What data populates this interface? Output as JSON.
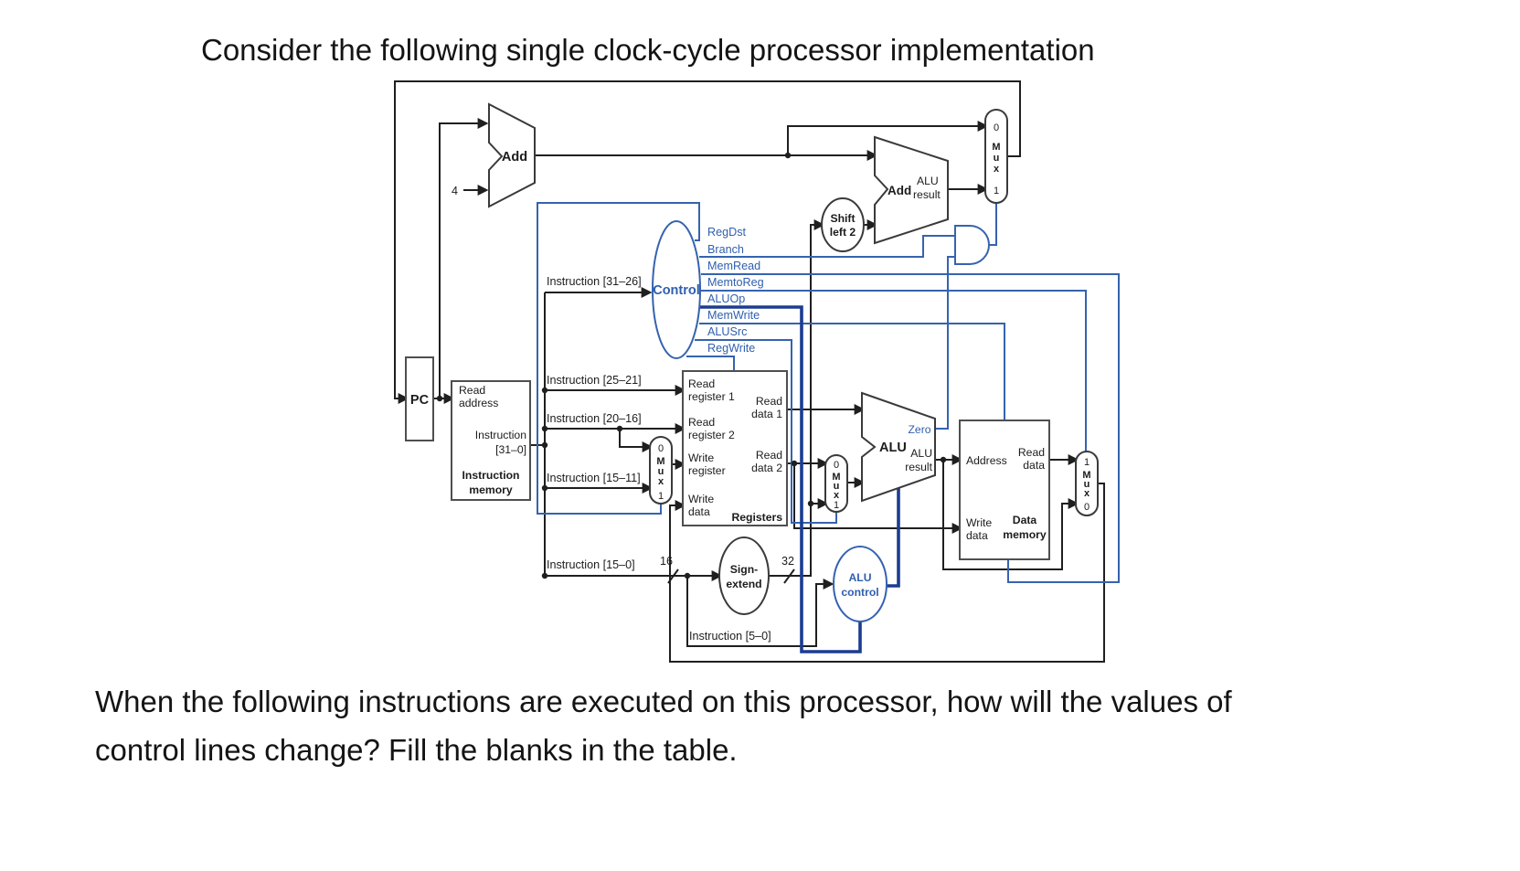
{
  "title": "Consider the following single clock-cycle processor implementation",
  "question": {
    "line1": "When the following instructions are executed on this processor, how will the values of",
    "line2": "control lines change? Fill the blanks in the table."
  },
  "colors": {
    "wire_black": "#1f1f1f",
    "control_blue": "#2f5fae",
    "control_blue_dark": "#1b3d91",
    "box_stroke": "#4f4f4f"
  },
  "diagram": {
    "pc_label": "PC",
    "pc_adder": {
      "name": "Add",
      "increment": "4"
    },
    "branch_adder": {
      "name": "Add",
      "result1": "ALU",
      "result2": "result"
    },
    "shift": {
      "l1": "Shift",
      "l2": "left 2"
    },
    "control": {
      "name": "Control",
      "signals": [
        "RegDst",
        "Branch",
        "MemRead",
        "MemtoReg",
        "ALUOp",
        "MemWrite",
        "ALUSrc",
        "RegWrite"
      ]
    },
    "instruction_memory": {
      "read": "Read",
      "address": "address",
      "instr": "Instruction",
      "range": "[31–0]",
      "name1": "Instruction",
      "name2": "memory"
    },
    "registers": {
      "rr1a": "Read",
      "rr1b": "register 1",
      "rr2a": "Read",
      "rr2b": "register 2",
      "wra": "Write",
      "wrb": "register",
      "wda": "Write",
      "wdb": "data",
      "rd1a": "Read",
      "rd1b": "data 1",
      "rd2a": "Read",
      "rd2b": "data 2",
      "name": "Registers"
    },
    "sign_extend": {
      "l1": "Sign-",
      "l2": "extend"
    },
    "alu_control": {
      "l1": "ALU",
      "l2": "control"
    },
    "alu": {
      "name": "ALU",
      "zero": "Zero",
      "result1": "ALU",
      "result2": "result"
    },
    "data_memory": {
      "address": "Address",
      "rda": "Read",
      "rdb": "data",
      "wda": "Write",
      "wdb": "data",
      "name1": "Data",
      "name2": "memory"
    },
    "mux": {
      "m": "M",
      "u": "u",
      "x": "x",
      "zero": "0",
      "one": "1"
    },
    "buses": {
      "instr_31_26": "Instruction [31–26]",
      "instr_25_21": "Instruction [25–21]",
      "instr_20_16": "Instruction [20–16]",
      "instr_15_11": "Instruction [15–11]",
      "instr_15_0": "Instruction [15–0]",
      "instr_5_0": "Instruction [5–0]",
      "w16": "16",
      "w32": "32"
    }
  }
}
